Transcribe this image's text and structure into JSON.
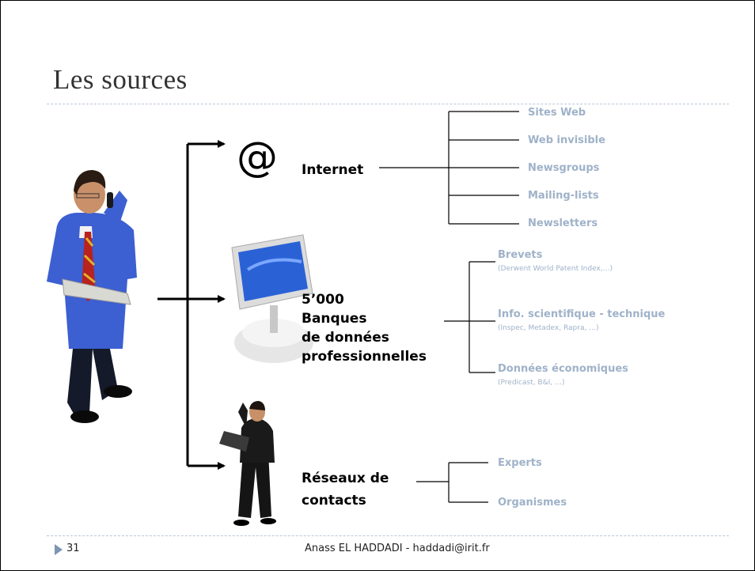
{
  "slide": {
    "title": "Les sources",
    "footer": {
      "page": "31",
      "author": "Anass EL HADDADI - haddadi@irit.fr"
    }
  },
  "icons": {
    "internet_symbol": "@",
    "person": "person-on-phone-image",
    "computer": "imac-computer-image",
    "contacts": "person-with-laptop-image"
  },
  "sources": {
    "internet": {
      "label": "Internet",
      "items": [
        "Sites Web",
        "Web invisible",
        "Newsgroups",
        "Mailing-lists",
        "Newsletters"
      ]
    },
    "databases": {
      "label_lines": [
        "5’000",
        "Banques",
        "de données",
        "professionnelles"
      ],
      "items": [
        {
          "title": "Brevets",
          "detail": "(Derwent World Patent Index,…)"
        },
        {
          "title": "Info. scientifique - technique",
          "detail": "(Inspec, Metadex, Rapra, …)"
        },
        {
          "title": "Données économiques",
          "detail": "(Predicast, B&I, …)"
        }
      ]
    },
    "contacts": {
      "label_lines": [
        "Réseaux de",
        "contacts"
      ],
      "items": [
        "Experts",
        "Organismes"
      ]
    }
  },
  "colors": {
    "sub_text": "#9fb2c9",
    "rule": "#b9c7d8",
    "footer_triangle": "#7d96b3"
  }
}
